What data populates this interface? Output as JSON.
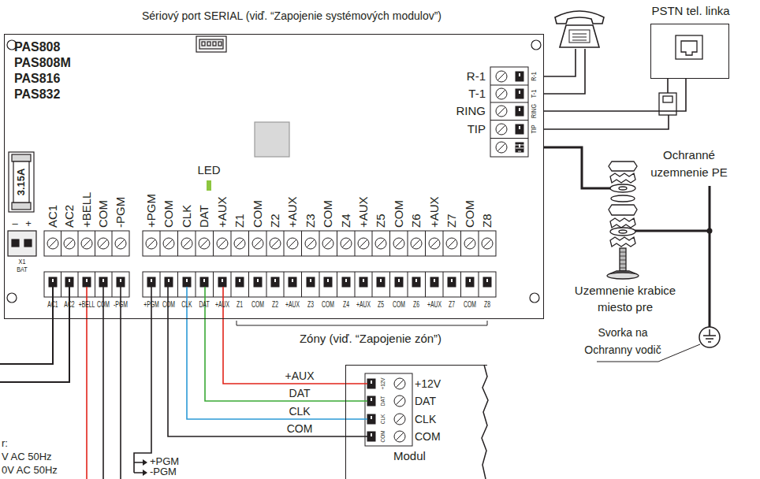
{
  "diagram": {
    "nodes": [
      {
        "text": [
          "PAS808 PAS808M PAS816 PAS832"
        ]
      },
      {
        "text": [
          "PSTN tel. linka"
        ]
      },
      {
        "text": [
          "Modul"
        ]
      }
    ],
    "edges": [
      {
        "from": 0,
        "to": 2,
        "arrow": "none",
        "label": "+AUX"
      },
      {
        "from": 0,
        "to": 2,
        "arrow": "none",
        "label": "DAT"
      },
      {
        "from": 0,
        "to": 2,
        "arrow": "none",
        "label": "CLK"
      },
      {
        "from": 0,
        "to": 2,
        "arrow": "none",
        "label": "COM"
      },
      {
        "from": 0,
        "to": 1,
        "arrow": "none"
      }
    ],
    "labels": [
      "Sériový port SERIAL (viď. “Zapojenie systémových modulov”)",
      "3.15A",
      "–",
      "+",
      "X1",
      "BAT",
      "LED",
      "AC1",
      "AC2",
      "+BELL",
      "COM",
      "-PGM",
      "+PGM",
      "COM",
      "CLK",
      "DAT",
      "+AUX",
      "Z1",
      "COM",
      "Z2",
      "+AUX",
      "Z3",
      "COM",
      "Z4",
      "+AUX",
      "Z5",
      "COM",
      "Z6",
      "+AUX",
      "Z7",
      "COM",
      "Z8",
      "AC1",
      "AC2",
      "+BELL",
      "COM",
      "-PGM",
      "+PGM",
      "COM",
      "CLK",
      "DAT",
      "+AUX",
      "Z1",
      "COM",
      "Z2",
      "+AUX",
      "Z3",
      "COM",
      "Z4",
      "+AUX",
      "Z5",
      "COM",
      "Z6",
      "+AUX",
      "Z7",
      "COM",
      "Z8",
      "Zóny (viď. “Zapojenie zón”)",
      "R-1",
      "T-1",
      "RING",
      "TIP",
      "R-1",
      "T-1",
      "RING",
      "TIP",
      "Ochranné uzemnenie PE",
      "Uzemnenie krabice miesto pre",
      "Svorka na Ochranny vodič",
      "+12V",
      "DAT",
      "CLK",
      "COM",
      "+12V",
      "DAT",
      "CLK",
      "COM",
      "r:",
      "V AC 50Hz",
      "0V AC 50Hz",
      "+PGM",
      "-PGM"
    ]
  }
}
